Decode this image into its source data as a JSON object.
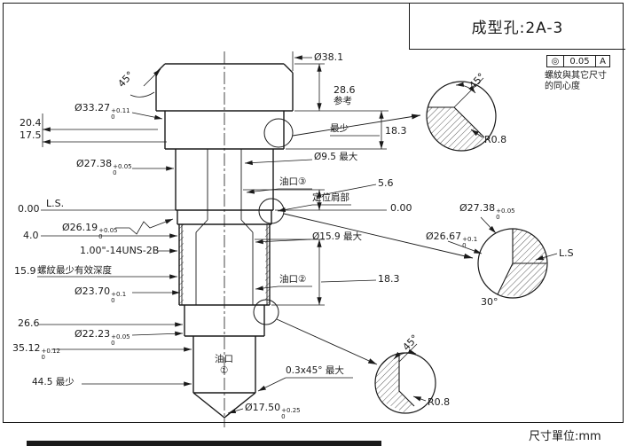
{
  "title_block": {
    "title": "成型孔:2A-3"
  },
  "footer": {
    "unit_note": "尺寸單位:mm"
  },
  "gdt": {
    "symbol": "◎",
    "value": "0.05",
    "datum": "A",
    "note1": "螺紋與其它尺寸",
    "note2": "的同心度"
  },
  "labels": {
    "d381": "Ø38.1",
    "chamfer45_main": "45°",
    "len286": "28.6",
    "ref": "参考",
    "min_top": "最少",
    "len183_top": "18.3",
    "d3327": "Ø33.27",
    "d3327_tp": "+0.11",
    "d3327_tm": "0",
    "len204": "20.4",
    "len175": "17.5",
    "d2738": "Ø27.38",
    "d2738_tp": "+0.05",
    "d2738_tm": "0",
    "datum_left": "0.00",
    "ls_left": "L.S.",
    "d2619": "Ø26.19",
    "d2619_tp": "+0.05",
    "d2619_tm": "0",
    "len40": "4.0",
    "thread": "1.00\"-14UNS-2B",
    "len159": "15.9",
    "thread_note": "螺紋最少有效深度",
    "d2370": "Ø23.70",
    "d2370_tp": "+0.1",
    "d2370_tm": "0",
    "len266": "26.6",
    "d2223": "Ø22.23",
    "d2223_tp": "+0.05",
    "d2223_tm": "0",
    "len3512": "35.12",
    "len3512_tp": "+0.12",
    "len3512_tm": "0",
    "len445": "44.5 最少",
    "d95": "Ø9.5 最大",
    "port3": "油口③",
    "len56": "5.6",
    "shoulder": "定位肩部",
    "datum_right": "0.00",
    "d159": "Ø15.9 最大",
    "port2": "油口②",
    "len183_mid": "18.3",
    "port1_line1": "油口",
    "port1_line2": "①",
    "chamfer_note": "0.3x45° 最大",
    "d1750": "Ø17.50",
    "d1750_tp": "+0.25",
    "d1750_tm": "0",
    "det1_angle": "45°",
    "det1_r": "R0.8",
    "d2738r": "Ø27.38",
    "d2738r_tp": "+0.05",
    "d2738r_tm": "0",
    "d2667": "Ø26.67",
    "d2667_tp": "+0.1",
    "d2667_tm": "0",
    "ls_right": "L.S",
    "det2_angle": "30°",
    "det3_angle": "45°",
    "det3_r": "R0.8"
  }
}
